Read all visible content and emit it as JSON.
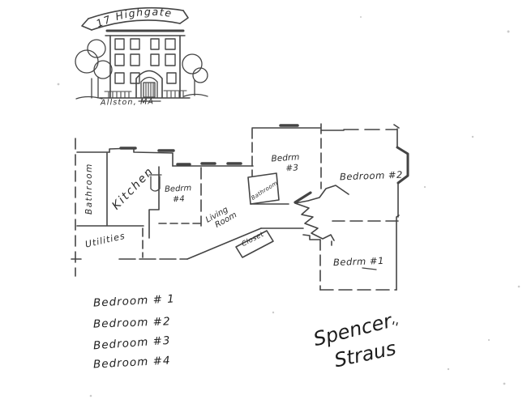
{
  "page": {
    "paper_color": "#ffffff",
    "ink_color": "#2b2b2b"
  },
  "house": {
    "banner_text": "17 Highgate",
    "location": "Allston, MA"
  },
  "floor_plan": {
    "labels": {
      "bathroom_left": "Bathroom",
      "kitchen": "Kitchen",
      "bedroom4": {
        "line1": "Bedrm",
        "line2": "#4"
      },
      "living_room": {
        "line1": "Living",
        "line2": "Room"
      },
      "utilities": "Utilities",
      "closet": "Closet",
      "bathroom_small": "Bathroom",
      "bedroom3": {
        "line1": "Bedrm",
        "line2": "#3"
      },
      "bedroom2": "Bedroom #2",
      "bedroom1": "Bedrm #1"
    }
  },
  "legend": {
    "items": [
      "Bedroom # 1",
      "Bedroom #2",
      "Bedroom #3",
      "Bedroom #4"
    ]
  },
  "signature": {
    "first_name": "Spencer",
    "last_name": "Straus",
    "flourish": "''"
  }
}
